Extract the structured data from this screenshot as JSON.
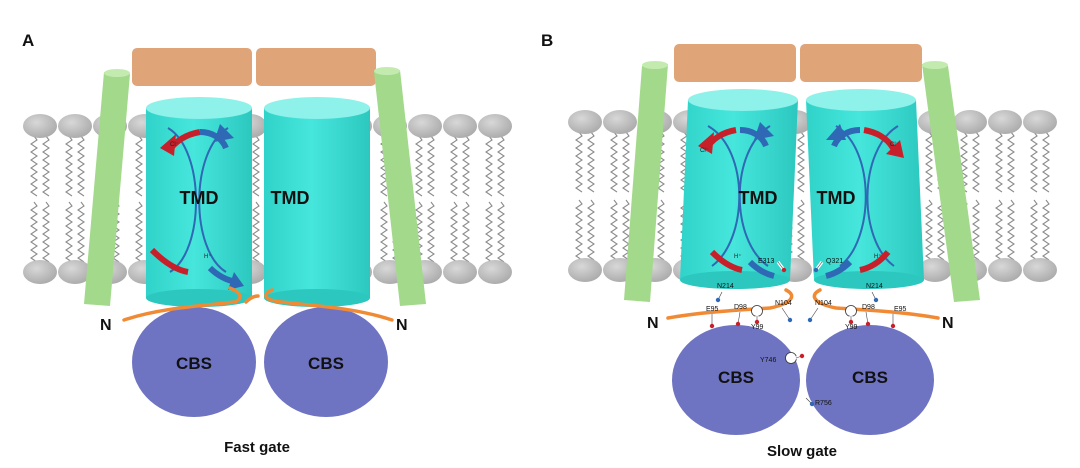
{
  "panels": [
    {
      "letter": "A",
      "caption": "Fast gate",
      "tmd_left": "TMD",
      "tmd_right": "TMD",
      "cbs_left": "CBS",
      "cbs_right": "CBS",
      "n_left": "N",
      "n_right": "N",
      "ion_cl": "Cl⁻",
      "ion_h": "H⁺"
    },
    {
      "letter": "B",
      "caption": "Slow gate",
      "tmd_left": "TMD",
      "tmd_right": "TMD",
      "cbs_left": "CBS",
      "cbs_right": "CBS",
      "n_left": "N",
      "n_right": "N",
      "ion_cl_left": "Cl⁻",
      "ion_cl_right": "Cl⁻",
      "ion_h_left": "H⁺",
      "ion_h_right": "H⁺",
      "residues": {
        "e313": "E313",
        "q321": "Q321",
        "n214_left": "N214",
        "n214_right": "N214",
        "e95_left": "E95",
        "e95_right": "E95",
        "d98_left": "D98",
        "d98_right": "D98",
        "n104_left": "N104",
        "n104_right": "N104",
        "y99_left": "Y99",
        "y99_right": "Y99",
        "y746": "Y746",
        "r756": "R756"
      }
    }
  ],
  "colors": {
    "cyan": "#3ee0d6",
    "cyan_top": "#8ef1ea",
    "tan": "#dfa477",
    "green": "#a3d98b",
    "cbs": "#6f74c2",
    "orange": "#f08a34",
    "lipid_head": "#bdbdbd",
    "red_arrow": "#c8202a",
    "blue_arrow": "#2f68b4"
  },
  "icons": [
    "lipid-bilayer-icon",
    "arrow-icon",
    "residue-marker-icon"
  ]
}
